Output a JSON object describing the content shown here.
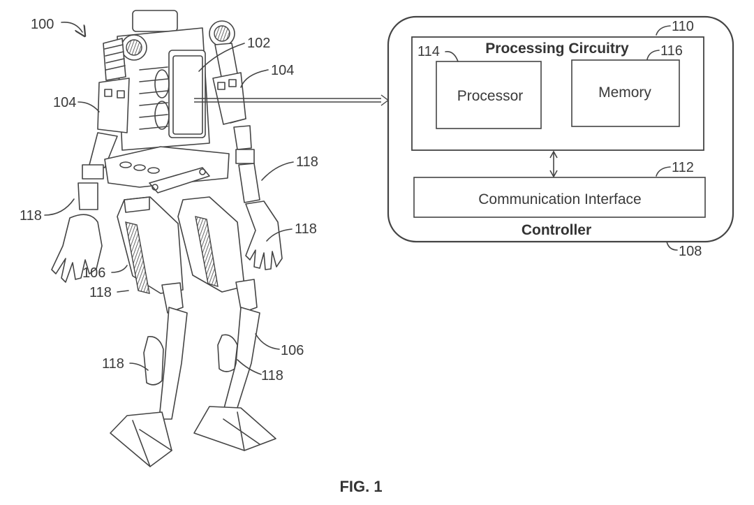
{
  "figure": {
    "caption": "FIG. 1",
    "robot": {
      "ref_robot": "100",
      "ref_controller_mount": "102",
      "ref_arm_left": "104",
      "ref_arm_right": "104",
      "ref_leg_left": "106",
      "ref_leg_right": "106",
      "ref_actuators": [
        "118",
        "118",
        "118",
        "118",
        "118",
        "118"
      ]
    },
    "controller": {
      "label": "Controller",
      "ref": "108",
      "processing_circuitry": {
        "label": "Processing Circuitry",
        "ref": "110",
        "processor": {
          "label": "Processor",
          "ref": "114"
        },
        "memory": {
          "label": "Memory",
          "ref": "116"
        }
      },
      "communication_interface": {
        "label": "Communication Interface",
        "ref": "112"
      }
    }
  }
}
